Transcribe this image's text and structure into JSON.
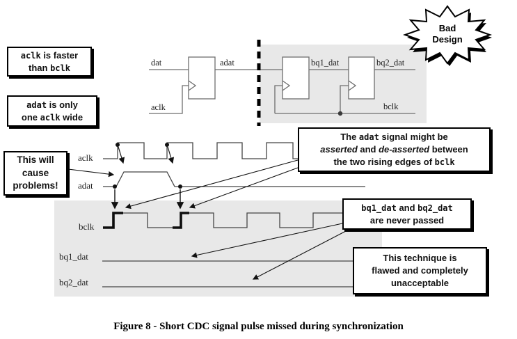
{
  "figure": {
    "caption": "Figure 8 - Short CDC signal pulse missed during synchronization"
  },
  "badge": {
    "line1": "Bad",
    "line2": "Design"
  },
  "circuit": {
    "labels": {
      "dat": "dat",
      "adat": "adat",
      "bq1": "bq1_dat",
      "bq2": "bq2_dat",
      "aclk": "aclk",
      "bclk": "bclk"
    }
  },
  "waves": {
    "labels": {
      "aclk": "aclk",
      "adat": "adat",
      "bclk": "bclk",
      "bq1": "bq1_dat",
      "bq2": "bq2_dat"
    }
  },
  "notes": {
    "faster": {
      "seg1": "aclk",
      "seg2": " is faster",
      "seg3": "than ",
      "seg4": "bclk"
    },
    "wide": {
      "seg1": "adat",
      "seg2": " is only",
      "seg3": "one ",
      "seg4": "aclk",
      "seg5": " wide"
    },
    "problems": {
      "line1": "This will",
      "line2": "cause",
      "line3": "problems!"
    }
  },
  "callouts": {
    "might": {
      "seg1": "The ",
      "seg2": "adat",
      "seg3": " signal might be",
      "seg4": "asserted",
      "seg5": " and ",
      "seg6": "de-asserted",
      "seg7": " between",
      "seg8": "the two rising edges of ",
      "seg9": "bclk"
    },
    "never": {
      "seg1": "bq1_dat",
      "seg2": " and ",
      "seg3": "bq2_dat",
      "seg4": "are never passed"
    },
    "flawed": {
      "line1": "This technique is",
      "line2": "flawed and completely",
      "line3": "unacceptable"
    }
  },
  "colors": {
    "shade": "#e8e8e8",
    "wave": "#454545",
    "circuit": "#6e6e6e",
    "ink": "#111111"
  }
}
